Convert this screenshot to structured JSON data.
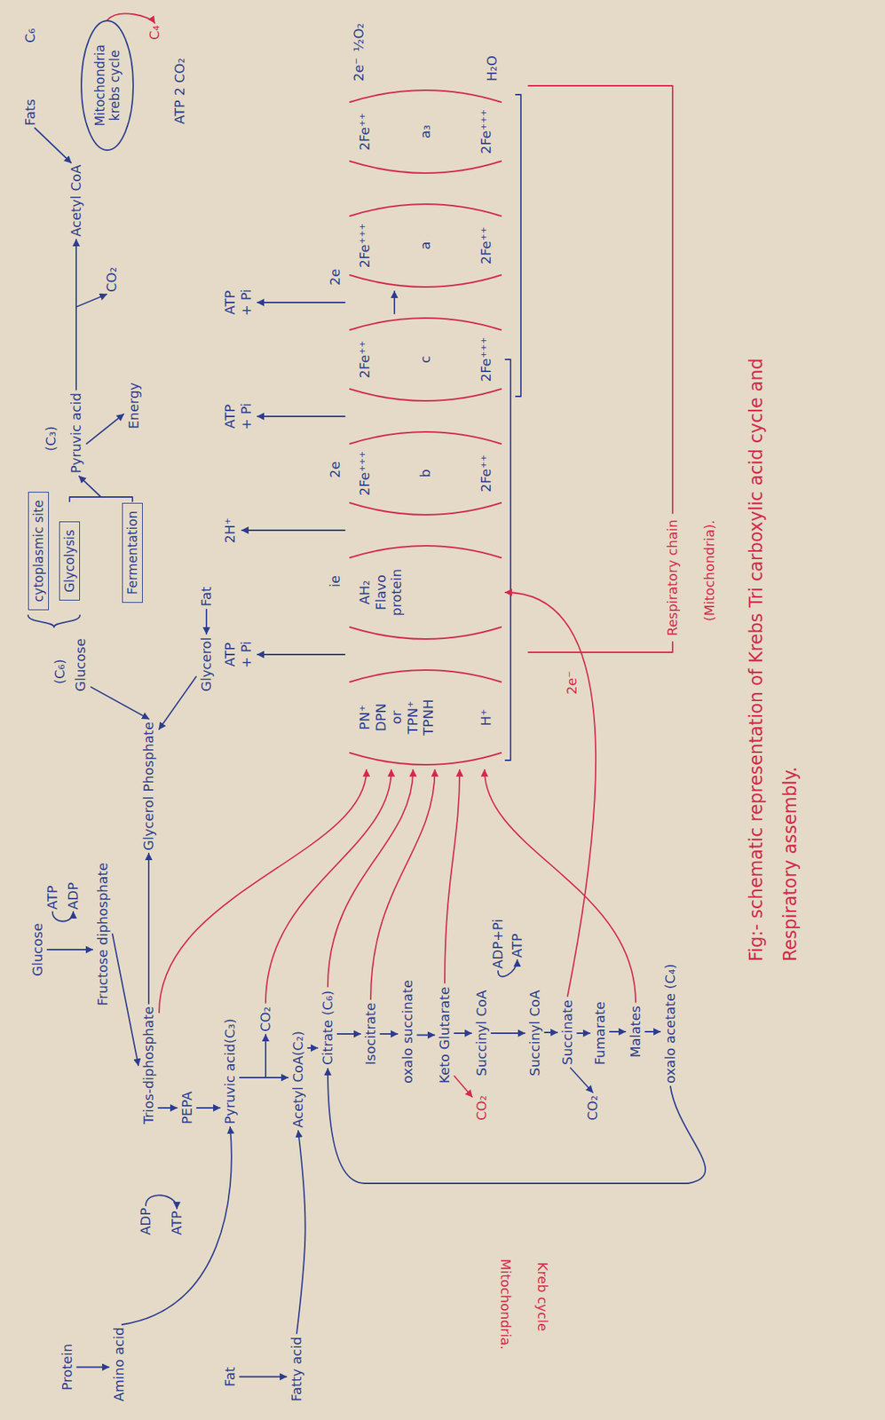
{
  "diagram": {
    "caption": "Fig:- schematic representation of Krebs Tri carboxylic acid cycle and Respiratory assembly.",
    "nodes": [
      {
        "text": [
          "cytoplasmic site"
        ]
      },
      {
        "text": [
          "Glycolysis"
        ]
      },
      {
        "text": [
          "Fermentation"
        ]
      },
      {
        "text": [
          "Mitochondria krebs cycle"
        ]
      },
      {
        "text": [
          "PN⁺ DPN or TPN⁺ TPNH",
          "H⁺"
        ]
      },
      {
        "text": [
          "AH₂ Flavo protein"
        ]
      },
      {
        "text": [
          "2Fe⁺⁺⁺",
          "b",
          "2Fe⁺⁺"
        ]
      },
      {
        "text": [
          "2Fe⁺⁺",
          "c",
          "2Fe⁺⁺⁺"
        ]
      },
      {
        "text": [
          "2Fe⁺⁺⁺",
          "a",
          "2Fe⁺⁺"
        ]
      },
      {
        "text": [
          "2Fe⁺⁺",
          "a₃",
          "2Fe⁺⁺⁺"
        ]
      }
    ],
    "edges": [
      {
        "from": 7,
        "to": 8,
        "arrow": "to"
      }
    ],
    "labels": [
      "Protein",
      "Amino acid",
      "Fat",
      "Fatty acid",
      "Glucose",
      "ATP",
      "ADP",
      "Fructose diphosphate",
      "ADP",
      "ATP",
      "Trios-diphosphate",
      "Glycerol Phosphate",
      "(C₆)",
      "Glucose",
      "Glycerol",
      "Fat",
      "PEPA",
      "Pyruvic acid(C₃)",
      "CO₂",
      "Acetyl CoA(C₂)",
      "Citrate (C₆)",
      "Isocitrate",
      "oxalo succinate",
      "Keto Glutarate",
      "CO₂",
      "Succinyl CoA",
      "ADP+Pi",
      "ATP",
      "Succinyl CoA",
      "Succinate",
      "CO₂",
      "Fumarate",
      "Malates",
      "oxalo acetate (C₄)",
      "Kreb cycle",
      "Mitochondria.",
      "(C₃)",
      "Pyruvic acid",
      "Energy",
      "CO₂",
      "Acetyl CoA",
      "Fats",
      "C₆",
      "C₄",
      "ATP 2 CO₂",
      "ATP + Pi",
      "2H⁺",
      "ATP + Pi",
      "ATP + Pi",
      "ie",
      "2e",
      "2e",
      "2e⁻",
      "½O₂",
      "H₂O",
      "2e⁻",
      "Respiratory chain",
      "(Mitochondria)."
    ]
  }
}
